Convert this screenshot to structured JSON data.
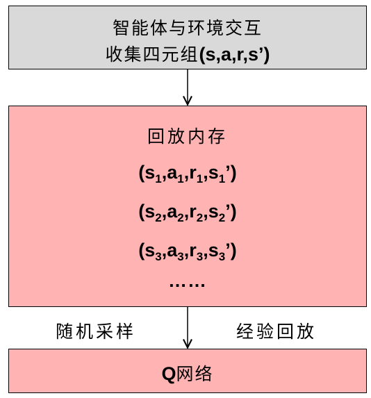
{
  "interaction_box": {
    "line1": "智能体与环境交互",
    "line2_prefix": "收集四元组",
    "line2_tuple": "(s,a,r,s’)"
  },
  "replay_memory": {
    "title": "回放内存",
    "tuples": [
      {
        "s": "s",
        "a": "a",
        "r": "r",
        "sp": "s",
        "index": "1"
      },
      {
        "s": "s",
        "a": "a",
        "r": "r",
        "sp": "s",
        "index": "2"
      },
      {
        "s": "s",
        "a": "a",
        "r": "r",
        "sp": "s",
        "index": "3"
      }
    ],
    "ellipsis": "……"
  },
  "labels": {
    "left": "随机采样",
    "right": "经验回放"
  },
  "q_network": {
    "q": "Q",
    "label": "网络"
  },
  "colors": {
    "top_fill": "#d9d9d9",
    "memory_fill": "#ffb3b3",
    "border": "#000000"
  }
}
